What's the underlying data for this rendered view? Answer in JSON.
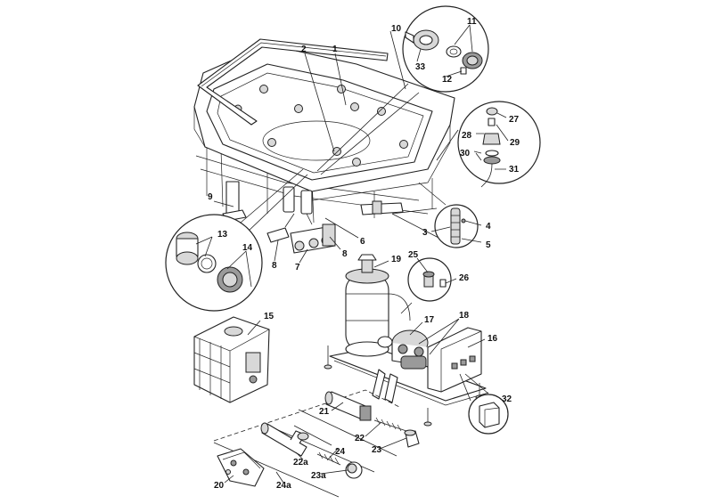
{
  "callouts": {
    "c1": "1",
    "c2": "2",
    "c3": "3",
    "c4": "4",
    "c5": "5",
    "c6": "6",
    "c7": "7",
    "c8a": "8",
    "c8b": "8",
    "c9": "9",
    "c10": "10",
    "c11": "11",
    "c12": "12",
    "c13": "13",
    "c14": "14",
    "c15": "15",
    "c16": "16",
    "c17": "17",
    "c18": "18",
    "c19": "19",
    "c20": "20",
    "c21": "21",
    "c22": "22",
    "c22a": "22a",
    "c23": "23",
    "c23a": "23a",
    "c24": "24",
    "c24a": "24a",
    "c25": "25",
    "c26": "26",
    "c27": "27",
    "c28": "28",
    "c29": "29",
    "c30": "30",
    "c31": "31",
    "c32": "32",
    "c33": "33"
  }
}
